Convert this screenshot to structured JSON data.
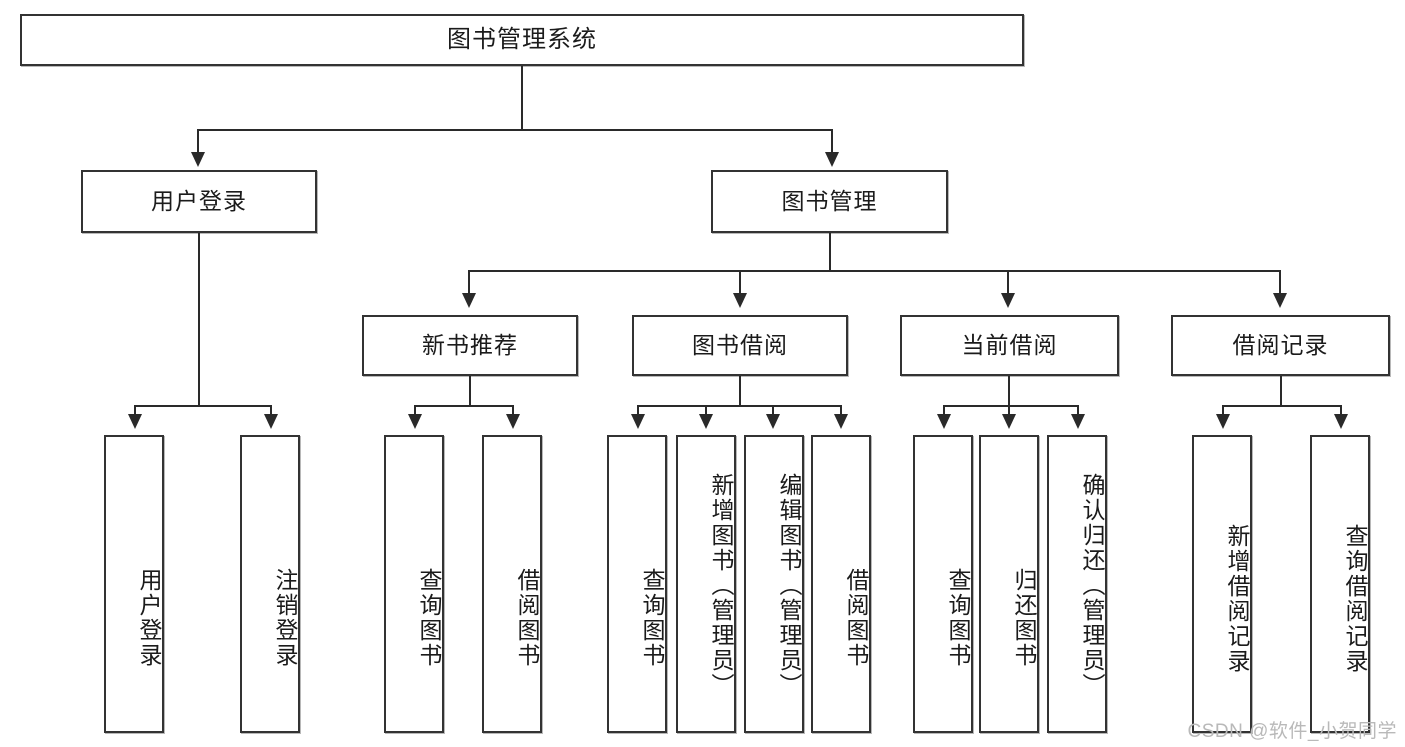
{
  "diagram": {
    "title": "图书管理系统",
    "type": "tree",
    "root": {
      "label": "图书管理系统"
    },
    "level2": [
      {
        "label": "用户登录"
      },
      {
        "label": "图书管理"
      }
    ],
    "level3": [
      {
        "label": "新书推荐"
      },
      {
        "label": "图书借阅"
      },
      {
        "label": "当前借阅"
      },
      {
        "label": "借阅记录"
      }
    ],
    "leaves": {
      "user_login": [
        {
          "label": "用户登录"
        },
        {
          "label": "注销登录"
        }
      ],
      "new_book_recommend": [
        {
          "label": "查询图书"
        },
        {
          "label": "借阅图书"
        }
      ],
      "book_borrow": [
        {
          "label": "查询图书"
        },
        {
          "label": "新增图书（管理员）"
        },
        {
          "label": "编辑图书（管理员）"
        },
        {
          "label": "借阅图书"
        }
      ],
      "current_borrow": [
        {
          "label": "查询图书"
        },
        {
          "label": "归还图书"
        },
        {
          "label": "确认归还（管理员）"
        }
      ],
      "borrow_record": [
        {
          "label": "新增借阅记录"
        },
        {
          "label": "查询借阅记录"
        }
      ]
    }
  },
  "watermark": {
    "text": "CSDN @软件_小贺同学"
  },
  "colors": {
    "stroke": "#333333",
    "fill": "#ffffff",
    "text": "#1b1b1b",
    "watermark": "#b9b9b9"
  }
}
